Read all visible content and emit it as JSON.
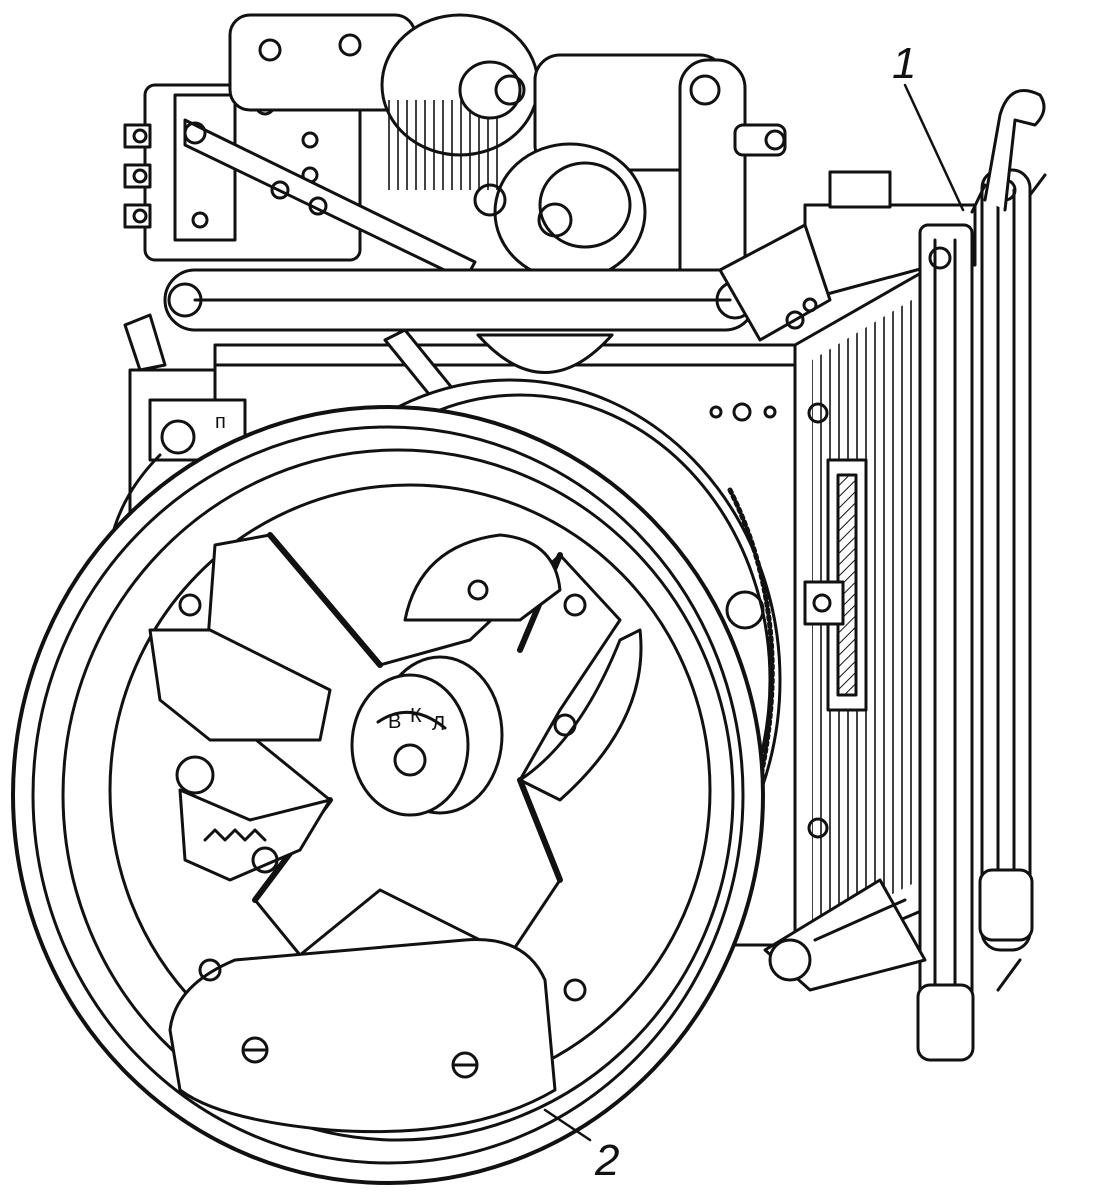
{
  "figure": {
    "callouts": [
      {
        "id": "1",
        "label": "1"
      },
      {
        "id": "2",
        "label": "2"
      }
    ],
    "dial_letters": [
      "В",
      "К",
      "Л"
    ],
    "marker_letter": "п"
  },
  "colors": {
    "ink": "#111111",
    "paper": "#ffffff"
  }
}
